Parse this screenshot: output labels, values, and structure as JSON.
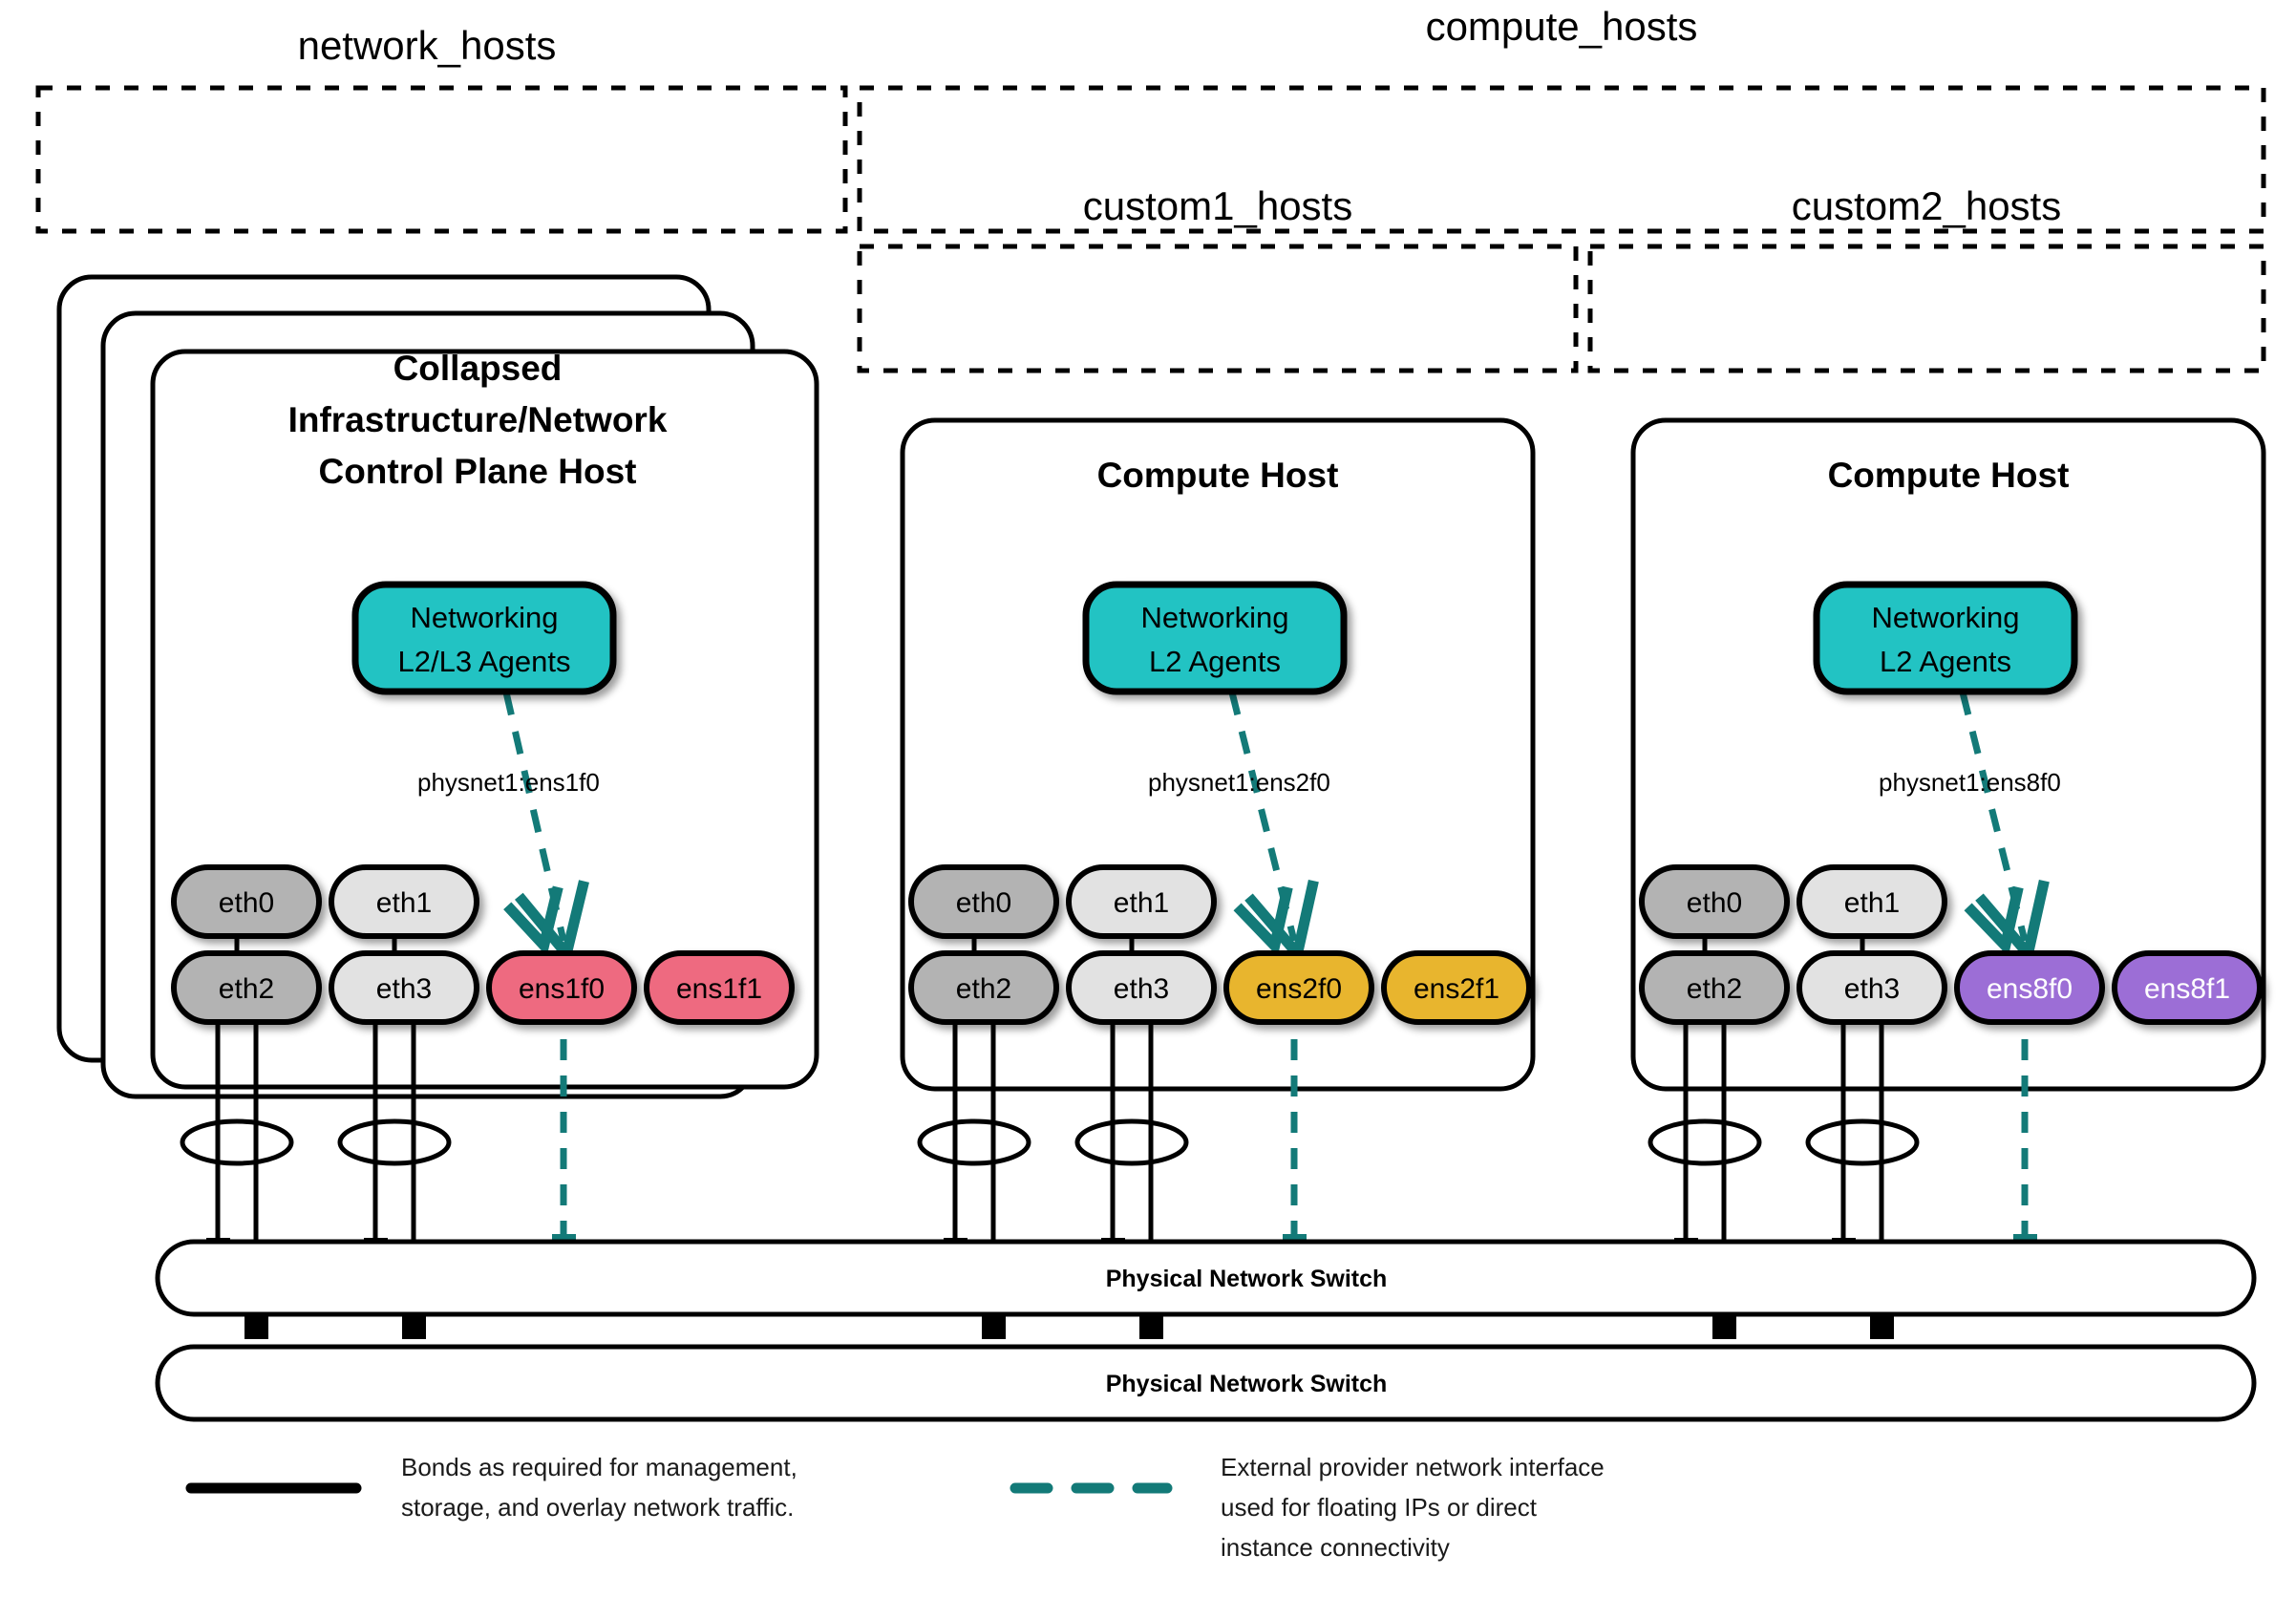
{
  "groups": [
    {
      "id": "network_hosts",
      "label": "network_hosts"
    },
    {
      "id": "compute_hosts",
      "label": "compute_hosts"
    },
    {
      "id": "custom1_hosts",
      "label": "custom1_hosts"
    },
    {
      "id": "custom2_hosts",
      "label": "custom2_hosts"
    }
  ],
  "hosts": [
    {
      "id": "control-plane-host",
      "title_line1": "Collapsed",
      "title_line2": "Infrastructure/Network",
      "title_line3": "Control Plane Host",
      "stacked": true,
      "agent_line1": "Networking",
      "agent_line2": "L2/L3 Agents",
      "physnet": "physnet1:ens1f0",
      "nics_top": [
        "eth0",
        "eth1"
      ],
      "nics_bottom": [
        "eth2",
        "eth3",
        "ens1f0",
        "ens1f1"
      ],
      "provider_color": "#ee6b80",
      "provider_text_color": "#000000"
    },
    {
      "id": "compute-host-1",
      "title_line1": "Compute Host",
      "title_line2": "",
      "title_line3": "",
      "stacked": false,
      "agent_line1": "Networking",
      "agent_line2": "L2 Agents",
      "physnet": "physnet1:ens2f0",
      "nics_top": [
        "eth0",
        "eth1"
      ],
      "nics_bottom": [
        "eth2",
        "eth3",
        "ens2f0",
        "ens2f1"
      ],
      "provider_color": "#e8b52e",
      "provider_text_color": "#000000"
    },
    {
      "id": "compute-host-2",
      "title_line1": "Compute Host",
      "title_line2": "",
      "title_line3": "",
      "stacked": false,
      "agent_line1": "Networking",
      "agent_line2": "L2 Agents",
      "physnet": "physnet1:ens8f0",
      "nics_top": [
        "eth0",
        "eth1"
      ],
      "nics_bottom": [
        "eth2",
        "eth3",
        "ens8f0",
        "ens8f1"
      ],
      "provider_color": "#9c6ed6",
      "provider_text_color": "#ffffff"
    }
  ],
  "switches": [
    {
      "id": "switch-top",
      "label": "Physical Network Switch"
    },
    {
      "id": "switch-bottom",
      "label": "Physical Network Switch"
    }
  ],
  "legend": [
    {
      "id": "bond-legend",
      "style": "solid",
      "color": "#000000",
      "lines": [
        "Bonds as required for management,",
        "storage, and overlay network traffic."
      ]
    },
    {
      "id": "provider-legend",
      "style": "dashed",
      "color": "#137a78",
      "lines": [
        "External provider network interface",
        "used for floating IPs or direct",
        "instance connectivity"
      ]
    }
  ],
  "colors": {
    "agent_teal": "#23c3c3",
    "link_teal": "#137a78",
    "nic_dark_gray": "#b3b3b3",
    "nic_light_gray": "#e2e2e2",
    "pink": "#ee6b80",
    "orange": "#e8b52e",
    "purple": "#9c6ed6",
    "outline": "#000000"
  }
}
